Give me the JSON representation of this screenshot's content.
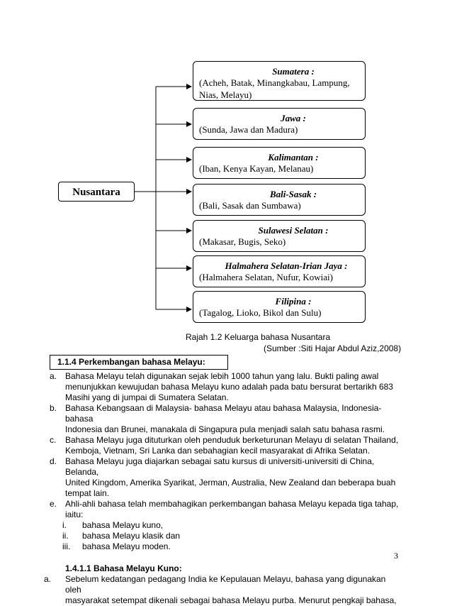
{
  "diagram": {
    "root": "Nusantara",
    "nodes": [
      {
        "title": "Sumatera :",
        "desc_lines": [
          "(Acheh, Batak, Minangkabau, Lampung,",
          "Nias, Melayu)"
        ]
      },
      {
        "title": "Jawa :",
        "desc_lines": [
          "(Sunda, Jawa dan Madura)"
        ]
      },
      {
        "title": "Kalimantan :",
        "desc_lines": [
          "(Iban, Kenya Kayan, Melanau)"
        ]
      },
      {
        "title": "Bali-Sasak :",
        "desc_lines": [
          "(Bali, Sasak dan Sumbawa)"
        ]
      },
      {
        "title": "Sulawesi Selatan :",
        "desc_lines": [
          "(Makasar, Bugis, Seko)"
        ]
      },
      {
        "title": "Halmahera Selatan-Irian Jaya :",
        "desc_lines": [
          "(Halmahera Selatan, Nufur, Kowiai)"
        ]
      },
      {
        "title": "Filipina :",
        "desc_lines": [
          "(Tagalog, Lioko, Bikol dan Sulu)"
        ]
      }
    ],
    "caption": "Rajah 1.2 Keluarga bahasa Nusantara",
    "source": "(Sumber :Siti Hajar Abdul Aziz,2008)"
  },
  "section": {
    "heading": "1.1.4    Perkembangan bahasa Melayu:",
    "items": [
      {
        "label": "a.",
        "lines": [
          "Bahasa Melayu telah digunakan sejak lebih 1000 tahun yang lalu. Bukti paling awal",
          "menunjukkan kewujudan bahasa Melayu kuno adalah pada batu bersurat bertarikh 683",
          "Masihi yang di jumpai di Sumatera Selatan."
        ]
      },
      {
        "label": "b.",
        "lines": [
          "Bahasa Kebangsaan di Malaysia- bahasa Melayu atau bahasa Malaysia, Indonesia- bahasa",
          "Indonesia dan Brunei, manakala di Singapura pula menjadi salah satu bahasa rasmi."
        ]
      },
      {
        "label": "c.",
        "lines": [
          "Bahasa Melayu juga dituturkan oleh penduduk berketurunan Melayu di selatan Thailand,",
          "Kemboja, Vietnam, Sri Lanka dan sebahagian kecil masyarakat di Afrika Selatan."
        ]
      },
      {
        "label": "d.",
        "lines": [
          "Bahasa Melayu juga diajarkan sebagai satu kursus di universiti-universiti di China, Belanda,",
          "United Kingdom, Amerika Syarikat, Jerman, Australia, New Zealand dan beberapa buah",
          "tempat lain."
        ]
      },
      {
        "label": "e.",
        "lines": [
          "Ahli-ahli bahasa telah membahagikan perkembangan bahasa Melayu kepada tiga tahap,",
          "iaitu:"
        ]
      }
    ],
    "roman": [
      {
        "label": "i.",
        "text": "bahasa Melayu kuno,"
      },
      {
        "label": "ii.",
        "text": "bahasa Melayu klasik dan"
      },
      {
        "label": "iii.",
        "text": "bahasa Melayu moden."
      }
    ],
    "subheading": "1.4.1.1  Bahasa Melayu Kuno:",
    "sub_items": [
      {
        "label": "a.",
        "lines": [
          "Sebelum kedatangan pedagang India ke Kepulauan Melayu, bahasa yang digunakan oleh",
          "masyarakat setempat dikenali sebagai bahasa Melayu purba. Menurut pengkaji bahasa,"
        ]
      }
    ]
  },
  "page_number": "3"
}
